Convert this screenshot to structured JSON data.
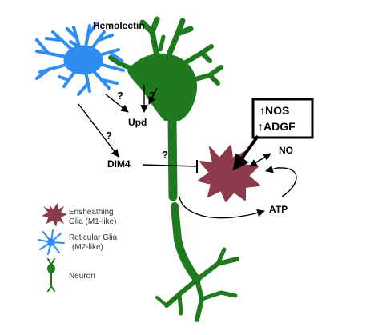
{
  "colors": {
    "neuron": "#1f7a1f",
    "reticular_glia": "#2f8cf0",
    "ensheathing_glia": "#8c3b4a",
    "arrow": "#000000"
  },
  "labels": {
    "hemolectin": "Hemolectin",
    "upd": "Upd",
    "dim4": "DIM4",
    "no": "NO",
    "atp": "ATP",
    "q1": "?",
    "q2": "?",
    "q3": "?",
    "q4": "?"
  },
  "box": {
    "line1": "↑NOS",
    "line2": "↑ADGF"
  },
  "legend": {
    "ensheathing_line1": "Ensheathing",
    "ensheathing_line2": "Glia (M1-like)",
    "reticular_line1": "Reticular Glia",
    "reticular_line2": "(M2-like)",
    "neuron": "Neuron"
  }
}
